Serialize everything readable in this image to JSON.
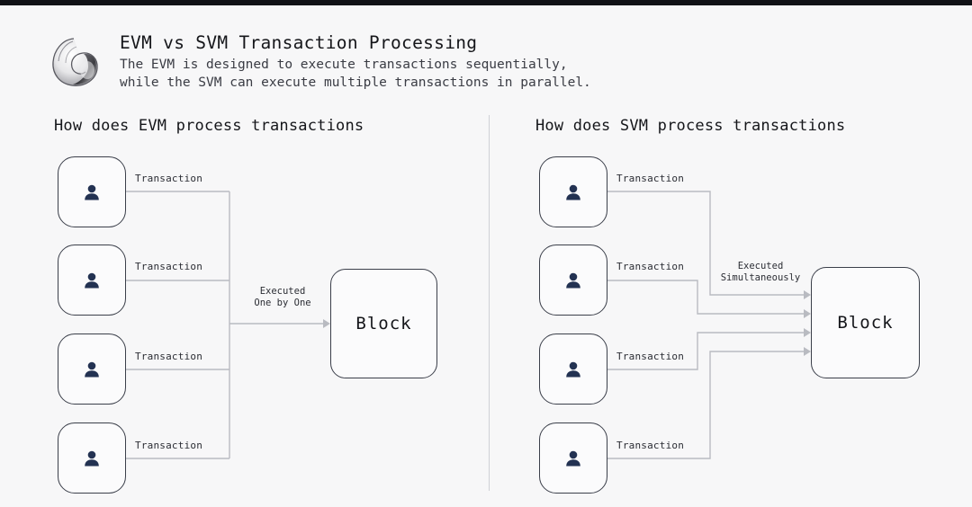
{
  "header": {
    "logo_icon": "snail-shell-logo",
    "title": "EVM vs SVM Transaction Processing",
    "subtitle": "The EVM is designed to execute transactions sequentially,\nwhile the SVM can execute multiple transactions in parallel."
  },
  "colors": {
    "background": "#f7f7f8",
    "letterbox": "#111216",
    "card_border": "#3b3f4a",
    "avatar": "#233252",
    "connector": "#b9bbc1",
    "divider": "#cfd1d6",
    "text": "#15161a"
  },
  "panels": [
    {
      "id": "evm",
      "heading": "How does EVM process transactions",
      "flow_label": "Executed\nOne by One",
      "flow_mode": "sequential",
      "block_label": "Block",
      "transactions": [
        {
          "avatar_icon": "user-avatar-icon",
          "label": "Transaction"
        },
        {
          "avatar_icon": "user-avatar-icon",
          "label": "Transaction"
        },
        {
          "avatar_icon": "user-avatar-icon",
          "label": "Transaction"
        },
        {
          "avatar_icon": "user-avatar-icon",
          "label": "Transaction"
        }
      ]
    },
    {
      "id": "svm",
      "heading": "How does SVM process transactions",
      "flow_label": "Executed\nSimultaneously",
      "flow_mode": "parallel",
      "block_label": "Block",
      "transactions": [
        {
          "avatar_icon": "user-avatar-icon",
          "label": "Transaction"
        },
        {
          "avatar_icon": "user-avatar-icon",
          "label": "Transaction"
        },
        {
          "avatar_icon": "user-avatar-icon",
          "label": "Transaction"
        },
        {
          "avatar_icon": "user-avatar-icon",
          "label": "Transaction"
        }
      ]
    }
  ]
}
